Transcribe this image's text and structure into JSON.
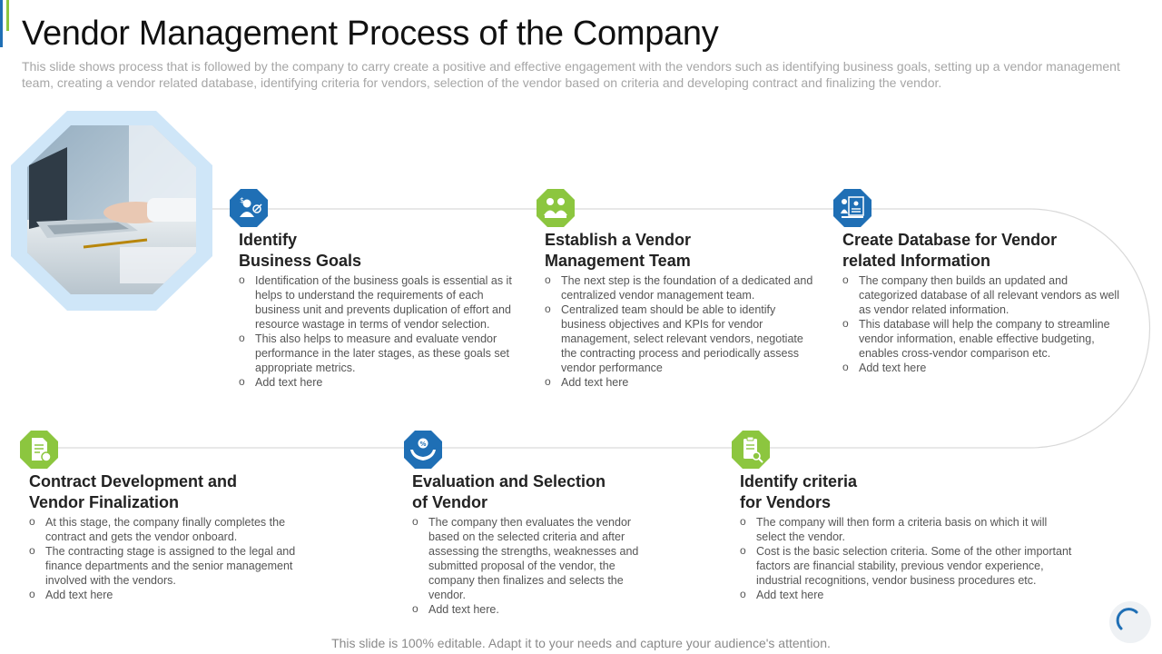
{
  "slide": {
    "title": "Vendor Management Process of the Company",
    "subtitle": "This slide shows process that is followed by the company to carry create a positive and effective engagement with the vendors such as identifying business goals, setting up a vendor management team, creating a vendor related database, identifying criteria for vendors, selection of the vendor based on criteria and developing contract and finalizing the vendor.",
    "footer": "This slide is 100% editable. Adapt it to your needs and capture your audience's attention."
  },
  "colors": {
    "blue": "#1f6fb5",
    "green": "#8cc63f",
    "light_blue": "#cfe6f8",
    "line": "#d9d9d9"
  },
  "steps": [
    {
      "icon": "business-goals-icon",
      "color": "blue",
      "title_line1": "Identify",
      "title_line2": "Business Goals",
      "bullets": [
        "Identification of the business goals is essential as it helps to understand the requirements of each business unit and prevents duplication of effort and resource wastage in terms of vendor selection.",
        "This also helps to measure and evaluate vendor performance in the later stages, as these goals set appropriate metrics.",
        "Add text here"
      ]
    },
    {
      "icon": "team-icon",
      "color": "green",
      "title_line1": "Establish a Vendor",
      "title_line2": "Management Team",
      "bullets": [
        "The next step is the foundation of a dedicated and centralized vendor management team.",
        "Centralized team should be able to identify business objectives and KPIs for vendor management, select relevant vendors, negotiate the contracting process and periodically assess vendor performance",
        "Add text here"
      ]
    },
    {
      "icon": "database-icon",
      "color": "blue",
      "title_line1": "Create Database for Vendor",
      "title_line2": "related Information",
      "bullets": [
        "The company then builds an updated and categorized database of all relevant vendors as well as vendor related information.",
        "This database will help the company to streamline vendor information, enable effective budgeting, enables cross-vendor comparison etc.",
        "Add text here"
      ]
    },
    {
      "icon": "contract-icon",
      "color": "green",
      "title_line1": "Contract Development and",
      "title_line2": "Vendor Finalization",
      "bullets": [
        "At this stage, the company finally completes the contract and gets the vendor onboard.",
        "The contracting stage is assigned to the legal and finance departments and the senior management involved with the vendors.",
        "Add text here"
      ]
    },
    {
      "icon": "hands-percent-icon",
      "color": "blue",
      "title_line1": "Evaluation and Selection",
      "title_line2": "of Vendor",
      "bullets": [
        "The company then evaluates the vendor based on the selected criteria and after assessing the strengths, weaknesses and submitted proposal of the vendor, the company then finalizes and selects the vendor.",
        "Add text here."
      ]
    },
    {
      "icon": "clipboard-search-icon",
      "color": "green",
      "title_line1": "Identify criteria",
      "title_line2": "for Vendors",
      "bullets": [
        "The company will then form a criteria basis on which it will select the vendor.",
        "Cost is the basic selection criteria. Some of the other important factors are financial stability, previous vendor experience, industrial recognitions, vendor business procedures etc.",
        "Add text here"
      ]
    }
  ]
}
